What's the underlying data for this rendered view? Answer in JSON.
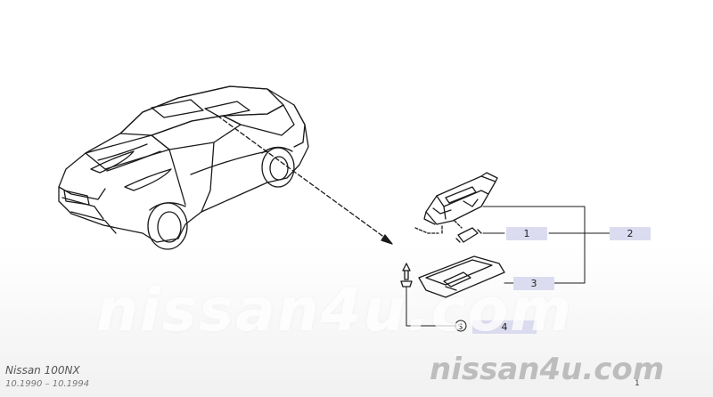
{
  "callouts": {
    "c1": "1",
    "c2": "2",
    "c3": "3",
    "c4": "4",
    "seal_symbol": "S"
  },
  "watermark": {
    "large": "nissan4u.com",
    "small": "nissan4u.com"
  },
  "footer": {
    "model": "Nissan 100NX",
    "range": "10.1990  –  10.1994",
    "page_mark": "1"
  },
  "colors": {
    "callout_fill": "#dcdcf0",
    "line_art": "#1a1a1a",
    "watermark_small": "#bdbdbd"
  }
}
